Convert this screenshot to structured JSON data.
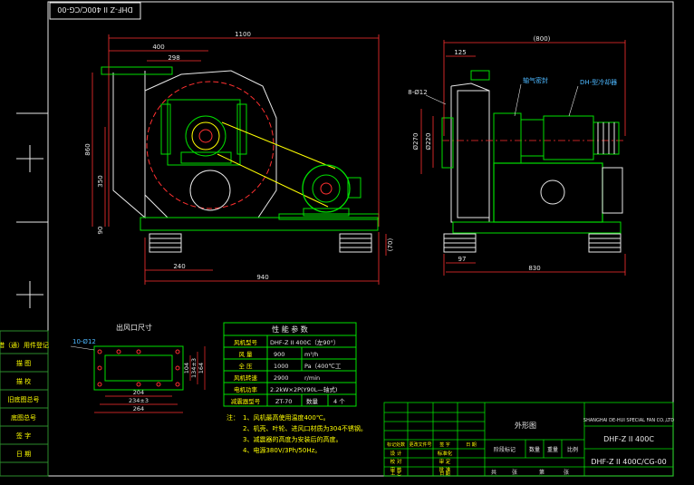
{
  "drawing_code_flipped": "DHF-Z II 400C/CG-00",
  "front_view": {
    "dims": {
      "overall_width": "1100",
      "outlet_width": "400",
      "outlet_inner": "298",
      "total_height": "860",
      "shaft_height": "350",
      "base_height": "90",
      "left_offset": "240",
      "base_length": "940",
      "mount_height": "(70)"
    }
  },
  "side_view": {
    "dims": {
      "overall_depth": "(800)",
      "flange_offset": "125",
      "hole_label": "8-Ø12",
      "flange_d1": "Ø270",
      "flange_d2": "Ø220",
      "base_offset": "97",
      "base_width": "830"
    },
    "label_seal": "轴气密封",
    "label_cooler": "DH-型冷却器"
  },
  "outlet_section": {
    "title": "出风口尺寸",
    "hole_label": "10-Ø12",
    "dims": {
      "inner_w": "204",
      "pitch_w": "234±3",
      "outer_w": "264",
      "inner_h": "104",
      "pitch_h": "134±3",
      "outer_h": "164"
    }
  },
  "performance": {
    "title": "性 能 参 数",
    "rows": [
      {
        "label": "风机型号",
        "value": "DHF-Z II 400C（左90°）",
        "unit": "",
        "extra": ""
      },
      {
        "label": "风    量",
        "value": "900",
        "unit": "m³/h",
        "extra": ""
      },
      {
        "label": "全    压",
        "value": "1000",
        "unit": "Pa（400℃工",
        "extra": ""
      },
      {
        "label": "风机转速",
        "value": "2900",
        "unit": "r/min",
        "extra": ""
      },
      {
        "label": "电机功率",
        "value": "2.2kW×2P(Y90L—轴式)",
        "unit": "",
        "extra": ""
      },
      {
        "label": "减震器型号",
        "value": "ZT-70",
        "unit": "数量",
        "extra": "4 个"
      }
    ]
  },
  "notes": {
    "prefix": "注：",
    "items": [
      "1、风机最高使用温度400℃。",
      "2、机壳、叶轮、进风口材质为304不锈钢。",
      "3、减震器的高度为安装后的高度。",
      "4、电源380V/3Ph/50Hz。"
    ]
  },
  "left_panel": {
    "labels": [
      "借（通）用件登记",
      "描  图",
      "描  校",
      "旧底图总号",
      "底图总号",
      "签  字",
      "日  期"
    ]
  },
  "title_block": {
    "drawing_name": "外形图",
    "company": "SHANGHAI DE-HUI SPECIAL FAN CO.,LTD",
    "model": "DHF-Z II 400C",
    "code": "DHF-Z II 400C/CG-00",
    "sign_row": [
      "标记处数",
      "更改文件号",
      "签 字",
      "日 期"
    ],
    "role_labels": [
      "设 计",
      "校 对",
      "审 核",
      "工 艺"
    ],
    "role_labels2": [
      "标准化",
      "审 定",
      "批 准",
      "日 期"
    ],
    "stage_headers": [
      "阶段标记",
      "数量",
      "重量",
      "比例"
    ],
    "sheet_labels": [
      "共",
      "张",
      "第",
      "张"
    ]
  }
}
